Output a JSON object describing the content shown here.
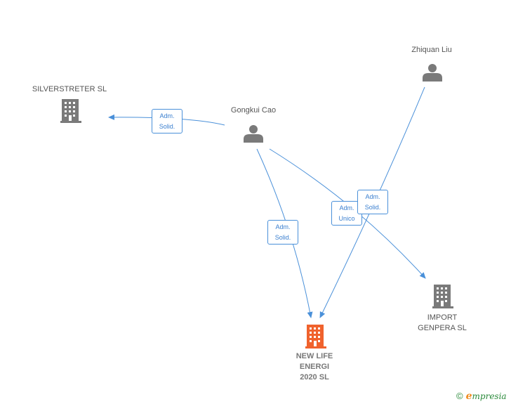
{
  "nodes": {
    "silverstreter": {
      "label": "SILVERSTRETER SL",
      "kind": "company"
    },
    "gongkui": {
      "label": "Gongkui Cao",
      "kind": "person"
    },
    "zhiquan": {
      "label": "Zhiquan Liu",
      "kind": "person"
    },
    "import_genpera": {
      "label": "IMPORT\nGENPERA  SL",
      "kind": "company"
    },
    "new_life": {
      "label": "NEW LIFE\nENERGI\n2020  SL",
      "kind": "company-main"
    }
  },
  "edges": {
    "gongkui_silverstreter": {
      "label": "Adm.\nSolid."
    },
    "gongkui_newlife": {
      "label": "Adm.\nSolid."
    },
    "gongkui_import": {
      "label": "Adm.\nUnico"
    },
    "zhiquan_newlife": {
      "label": "Adm.\nSolid."
    }
  },
  "colors": {
    "edge": "#4a90d9",
    "icon": "#7a7a7a",
    "main_icon": "#f0622d"
  },
  "watermark": {
    "copyright": "©",
    "brand_initial": "e",
    "brand_rest": "mpresia"
  }
}
